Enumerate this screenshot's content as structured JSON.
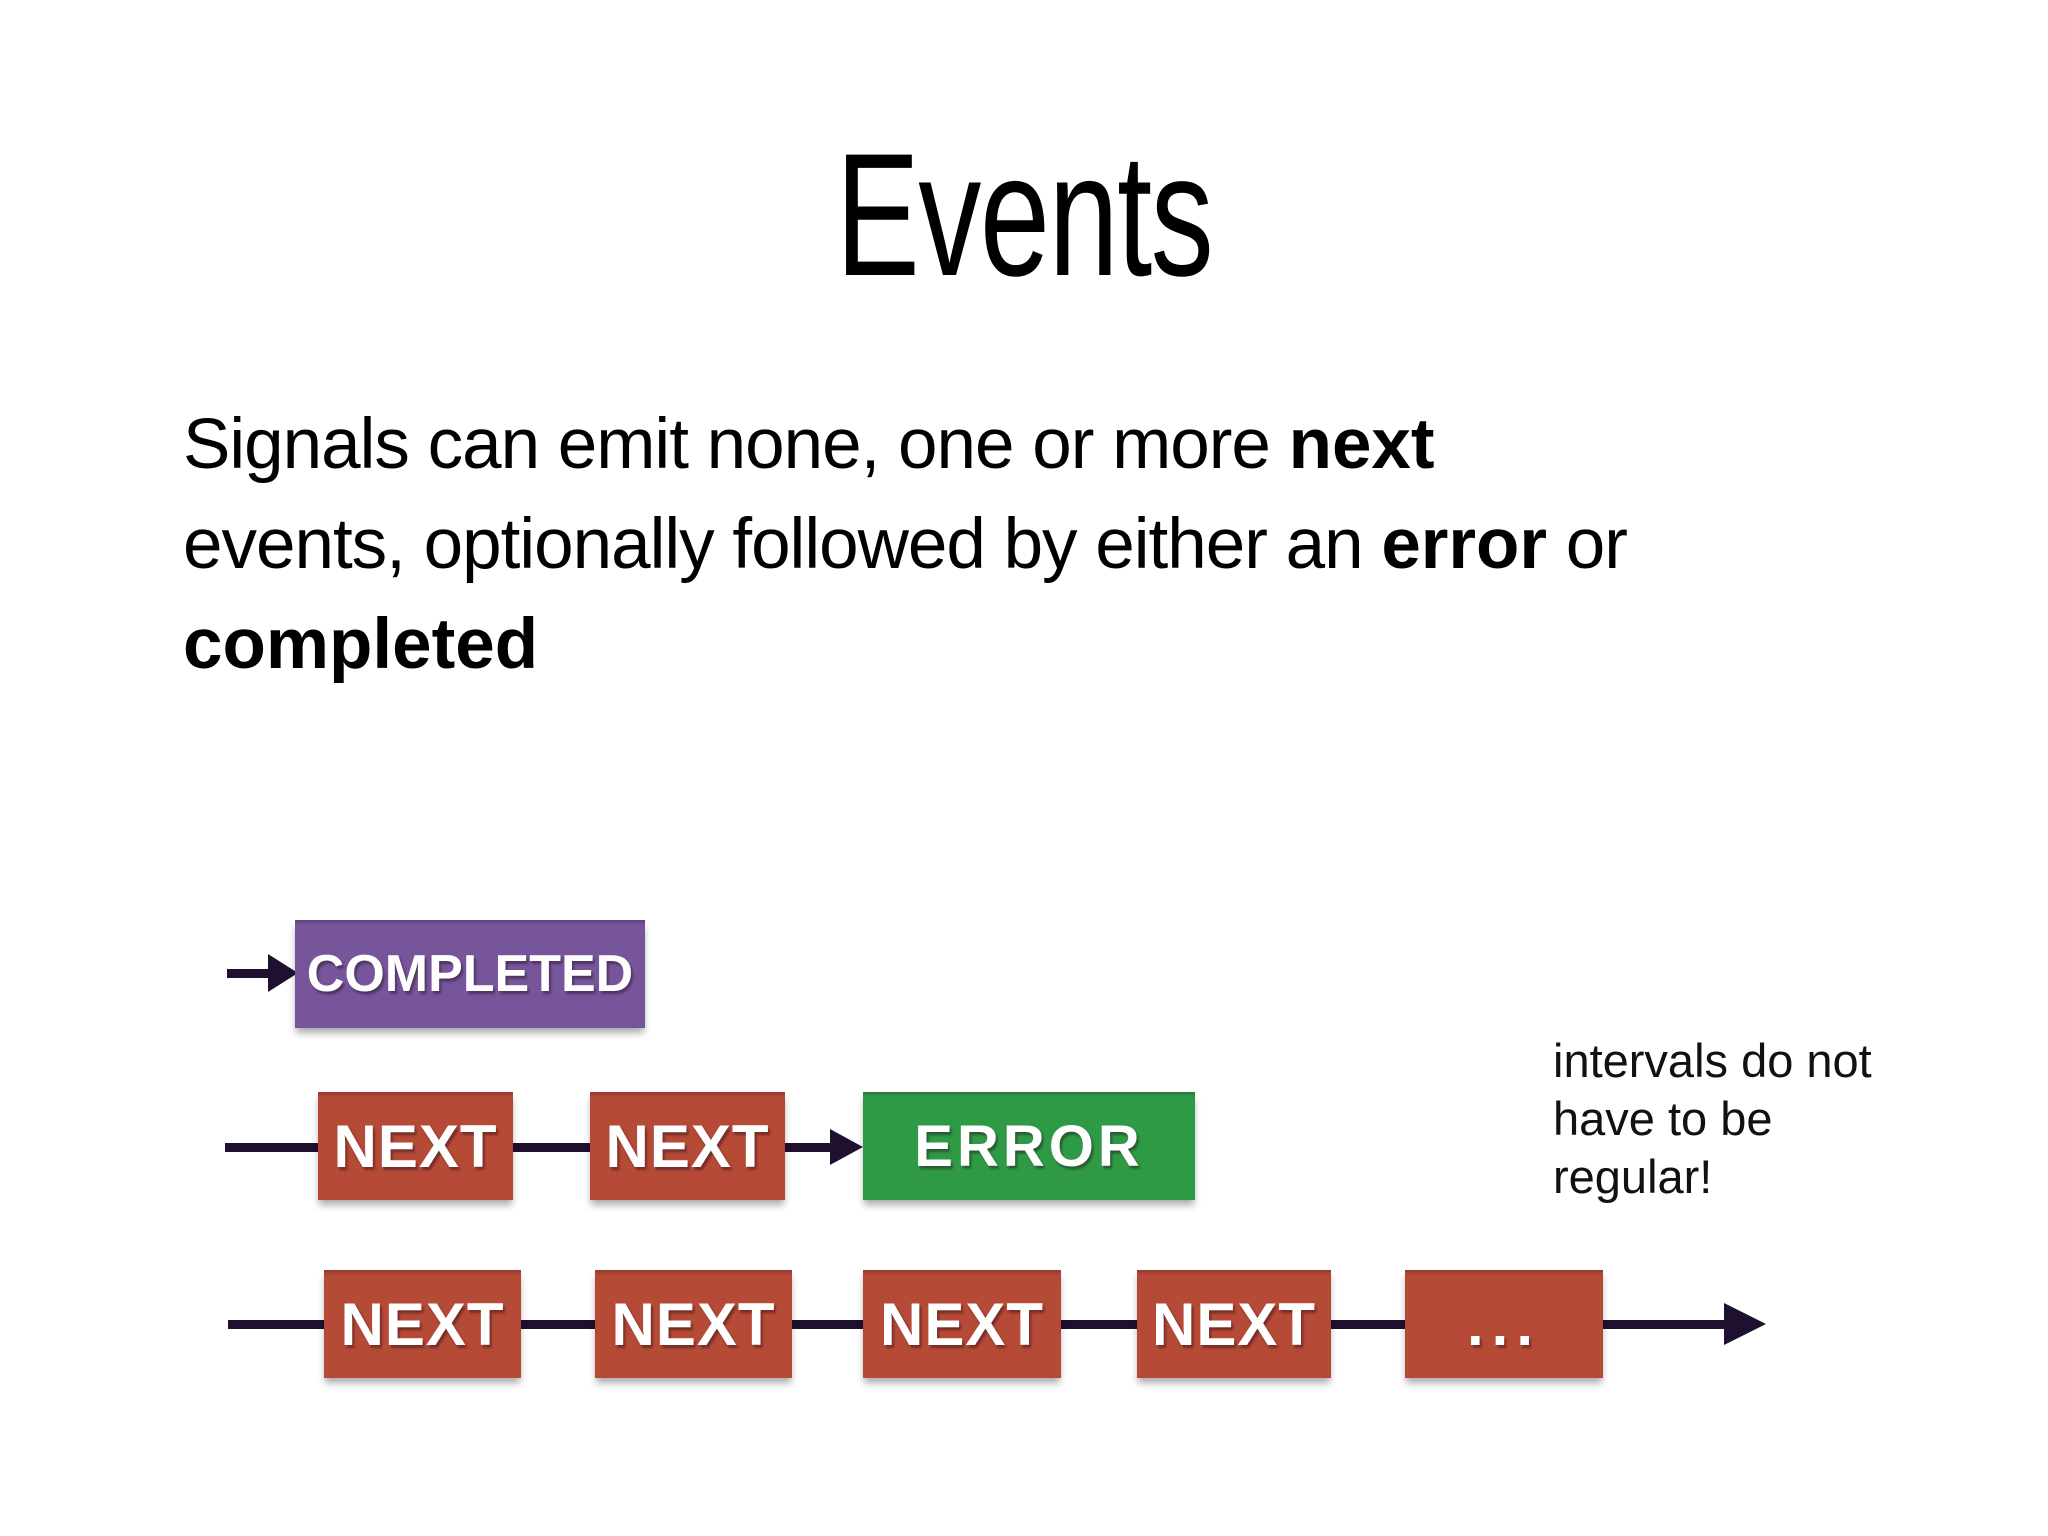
{
  "slide_title": "Events",
  "paragraph": {
    "line1_text": "Signals can emit none, one or more ",
    "line1_bold": "next",
    "line2_text": "events, optionally followed by either an ",
    "line2_bold": "error",
    "line2_tail": " or",
    "line3_bold": "completed"
  },
  "diagram": {
    "completed_label": "COMPLETED",
    "next_label": "NEXT",
    "error_label": "ERROR",
    "dots_label": "...",
    "note_line1": "intervals do not",
    "note_line2": "have to be",
    "note_line3": "regular!"
  },
  "colors": {
    "background": "#FFFFFF",
    "text_black": "#000000",
    "next_red": "#B54A36",
    "error_green": "#2F9A46",
    "completed_purple": "#76559B",
    "timeline_dark": "#201030",
    "box_text_white": "#FFFFFF"
  }
}
